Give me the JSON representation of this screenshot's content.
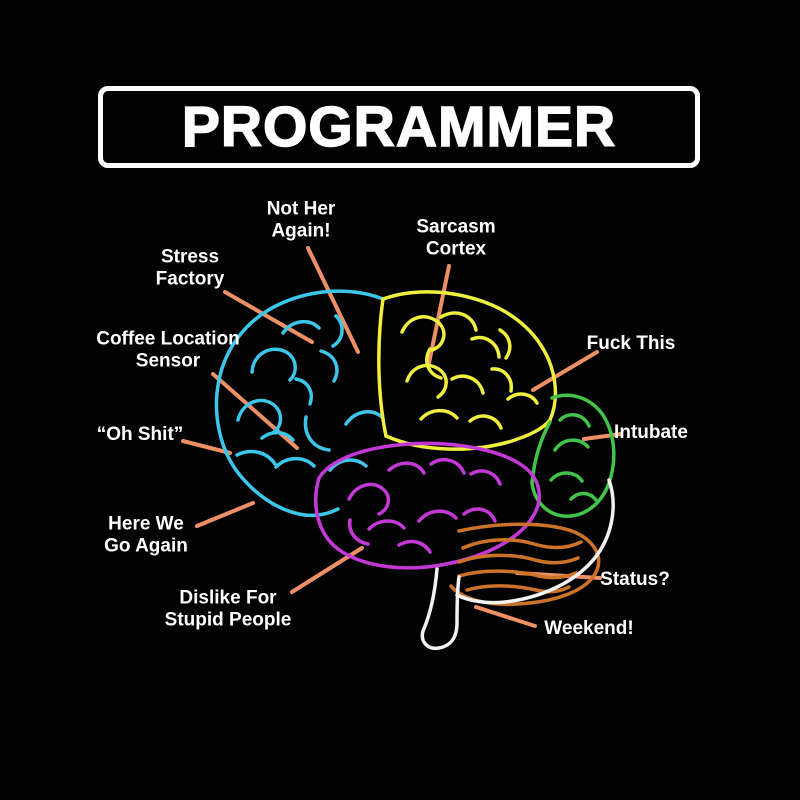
{
  "title": "PROGRAMMER",
  "labels": [
    {
      "id": "stress-factory",
      "text": "Stress\nFactory"
    },
    {
      "id": "not-her-again",
      "text": "Not Her\nAgain!"
    },
    {
      "id": "sarcasm-cortex",
      "text": "Sarcasm\nCortex"
    },
    {
      "id": "coffee-location-sensor",
      "text": "Coffee Location\nSensor"
    },
    {
      "id": "oh-shit",
      "text": "“Oh Shit”"
    },
    {
      "id": "fuck-this",
      "text": "Fuck This"
    },
    {
      "id": "intubate",
      "text": "Intubate"
    },
    {
      "id": "here-we-go-again",
      "text": "Here We\nGo Again"
    },
    {
      "id": "dislike-for-stupid-people",
      "text": "Dislike For\nStupid People"
    },
    {
      "id": "status",
      "text": "Status?"
    },
    {
      "id": "weekend",
      "text": "Weekend!"
    }
  ],
  "colors": {
    "background": "#020202",
    "text": "#ffffff",
    "title_border": "#ffffff",
    "leader_line": "#ee9066",
    "frontal_region": "#3cc6ea",
    "parietal_region": "#f0ee3e",
    "occipital_region": "#42c34a",
    "temporal_region": "#c438d8",
    "cerebellum_region": "#cd7229",
    "stem_outline": "#f2f2f2"
  }
}
